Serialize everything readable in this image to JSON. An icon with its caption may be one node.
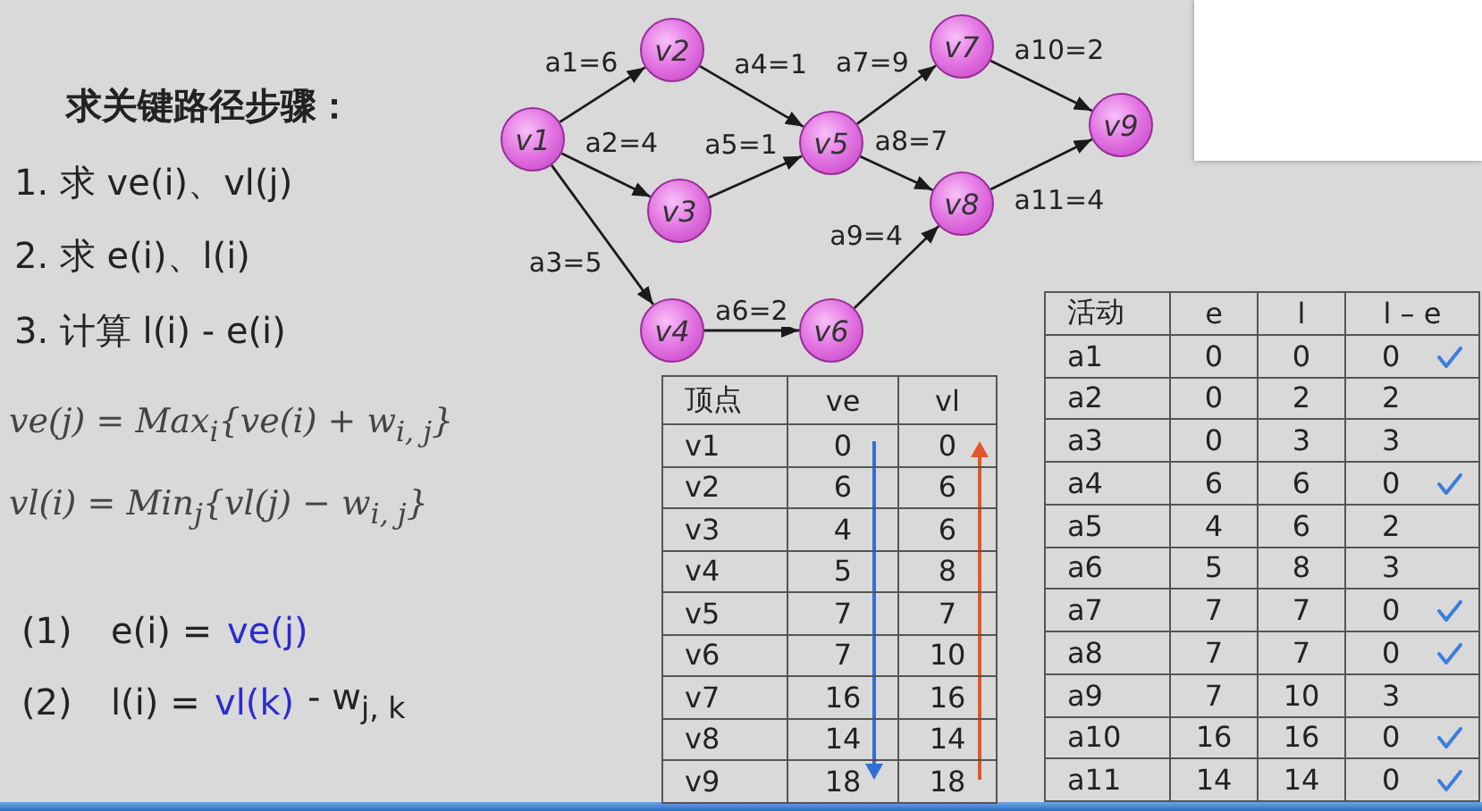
{
  "diagram": {
    "title": "求关键路径步骤：",
    "nodes": [
      {
        "text": [
          "v1"
        ]
      },
      {
        "text": [
          "v2"
        ]
      },
      {
        "text": [
          "v3"
        ]
      },
      {
        "text": [
          "v4"
        ]
      },
      {
        "text": [
          "v5"
        ]
      },
      {
        "text": [
          "v6"
        ]
      },
      {
        "text": [
          "v7"
        ]
      },
      {
        "text": [
          "v8"
        ]
      },
      {
        "text": [
          "v9"
        ]
      }
    ],
    "edges": [
      {
        "from": 0,
        "to": 1,
        "arrow": "to",
        "label": "a1=6"
      },
      {
        "from": 0,
        "to": 2,
        "arrow": "to",
        "label": "a2=4"
      },
      {
        "from": 0,
        "to": 3,
        "arrow": "to",
        "label": "a3=5"
      },
      {
        "from": 1,
        "to": 4,
        "arrow": "to",
        "label": "a4=1"
      },
      {
        "from": 2,
        "to": 4,
        "arrow": "to",
        "label": "a5=1"
      },
      {
        "from": 3,
        "to": 5,
        "arrow": "to",
        "label": "a6=2"
      },
      {
        "from": 4,
        "to": 6,
        "arrow": "to",
        "label": "a7=9"
      },
      {
        "from": 4,
        "to": 7,
        "arrow": "to",
        "label": "a8=7"
      },
      {
        "from": 5,
        "to": 7,
        "arrow": "to",
        "label": "a9=4"
      },
      {
        "from": 6,
        "to": 8,
        "arrow": "to",
        "label": "a10=2"
      },
      {
        "from": 7,
        "to": 8,
        "arrow": "to",
        "label": "a11=4"
      }
    ],
    "labels": [
      "1. 求 ve(i)、vl(j)",
      "2. 求 e(i)、l(i)",
      "3. 计算 l(i) - e(i)",
      "ve(j) = Max$_{i}${ve(i) + w$_{i, j}$}",
      "vl(i) = Min$_{j}${vl(j) − w$_{i, j}$}",
      "(1)",
      "e(i) =",
      "ve(j)",
      "(2)",
      "l(i) =",
      "vl(k)",
      "- w$_{j, k}$",
      "顶点",
      "ve",
      "vl",
      "v1",
      "0",
      "0",
      "v2",
      "6",
      "6",
      "v3",
      "4",
      "6",
      "v4",
      "5",
      "8",
      "v5",
      "7",
      "7",
      "v6",
      "7",
      "10",
      "v7",
      "16",
      "16",
      "v8",
      "14",
      "14",
      "v9",
      "18",
      "18",
      "活动",
      "e",
      "l",
      "l – e",
      "a1",
      "0",
      "0",
      "0",
      "a2",
      "0",
      "2",
      "2",
      "a3",
      "0",
      "3",
      "3",
      "a4",
      "6",
      "6",
      "0",
      "a5",
      "4",
      "6",
      "2",
      "a6",
      "5",
      "8",
      "3",
      "a7",
      "7",
      "7",
      "0",
      "a8",
      "7",
      "7",
      "0",
      "a9",
      "7",
      "10",
      "3",
      "a10",
      "16",
      "16",
      "0",
      "a11",
      "14",
      "14",
      "0"
    ]
  }
}
